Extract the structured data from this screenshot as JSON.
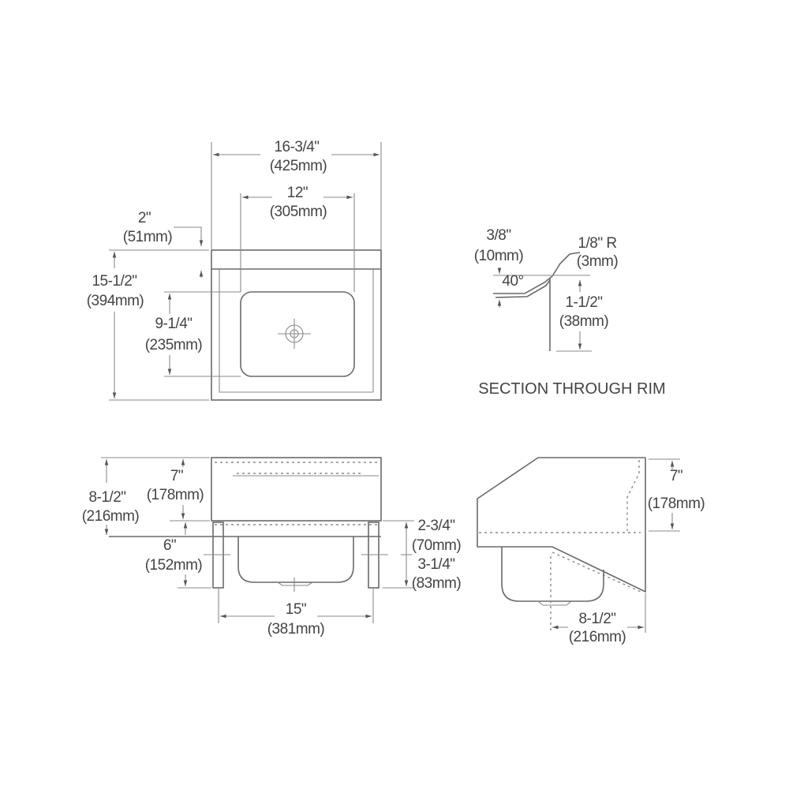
{
  "top_view": {
    "overall_width": {
      "in": "16-3/4\"",
      "mm": "(425mm)"
    },
    "bowl_width": {
      "in": "12\"",
      "mm": "(305mm)"
    },
    "rim_to_top": {
      "in": "2\"",
      "mm": "(51mm)"
    },
    "overall_depth": {
      "in": "15-1/2\"",
      "mm": "(394mm)"
    },
    "bowl_depth": {
      "in": "9-1/4\"",
      "mm": "(235mm)"
    }
  },
  "section": {
    "title": "SECTION THROUGH RIM",
    "lip": {
      "in": "3/8\"",
      "mm": "(10mm)"
    },
    "radius": {
      "in": "1/8\" R",
      "mm": "(3mm)"
    },
    "angle": "40°",
    "rim_height": {
      "in": "1-1/2\"",
      "mm": "(38mm)"
    }
  },
  "front_view": {
    "overall_height": {
      "in": "8-1/2\"",
      "mm": "(216mm)"
    },
    "backsplash": {
      "in": "7\"",
      "mm": "(178mm)"
    },
    "bracket": {
      "in": "6\"",
      "mm": "(152mm)"
    },
    "upper_bracket": {
      "in": "2-3/4\"",
      "mm": "(70mm)"
    },
    "lower_bracket": {
      "in": "3-1/4\"",
      "mm": "(83mm)"
    },
    "bracket_spacing": {
      "in": "15\"",
      "mm": "(381mm)"
    }
  },
  "side_view": {
    "backsplash": {
      "in": "7\"",
      "mm": "(178mm)"
    },
    "drain_to_wall": {
      "in": "8-1/2\"",
      "mm": "(216mm)"
    }
  }
}
